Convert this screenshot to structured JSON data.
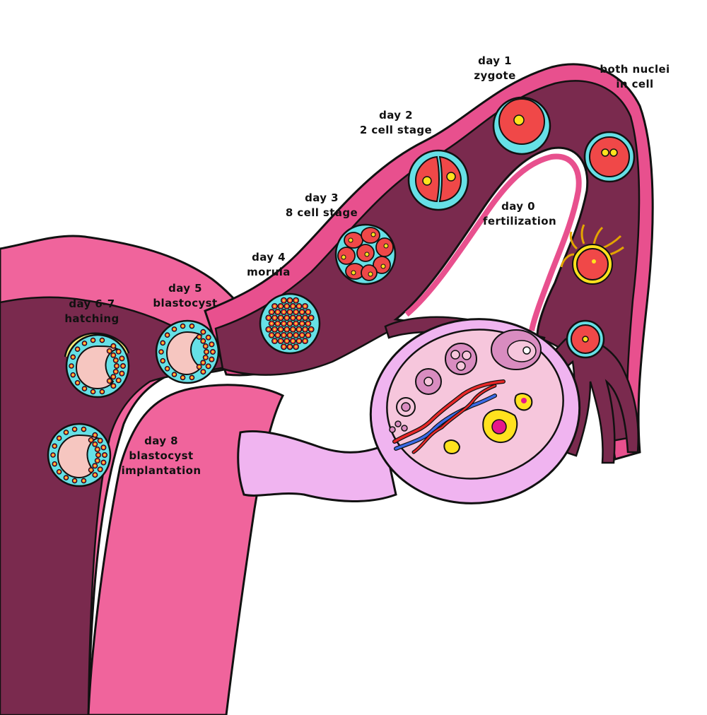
{
  "colors": {
    "uterus_outer": "#f0649c",
    "uterus_inner": "#7a2a4e",
    "tube_lining": "#e8508e",
    "ovary": "#f0b4f0",
    "ovary_inner": "#f6c6dc",
    "cell_shell": "#66e0e6",
    "cell_red": "#f04848",
    "nucleus_yellow": "#ffe21e",
    "outline": "#111111"
  },
  "stages": [
    {
      "key": "day0",
      "lines": [
        "day 0",
        "fertilization"
      ]
    },
    {
      "key": "day1",
      "lines": [
        "day 1",
        "zygote"
      ]
    },
    {
      "key": "nuclei",
      "lines": [
        "both nuclei",
        "in cell"
      ]
    },
    {
      "key": "day2",
      "lines": [
        "day 2",
        "2 cell stage"
      ]
    },
    {
      "key": "day3",
      "lines": [
        "day 3",
        "8 cell stage"
      ]
    },
    {
      "key": "day4",
      "lines": [
        "day 4",
        "morula"
      ]
    },
    {
      "key": "day5",
      "lines": [
        "day 5",
        "blastocyst"
      ]
    },
    {
      "key": "day67",
      "lines": [
        "day 6-7",
        "hatching"
      ]
    },
    {
      "key": "day8",
      "lines": [
        "day 8",
        "blastocyst",
        "implantation"
      ]
    }
  ]
}
